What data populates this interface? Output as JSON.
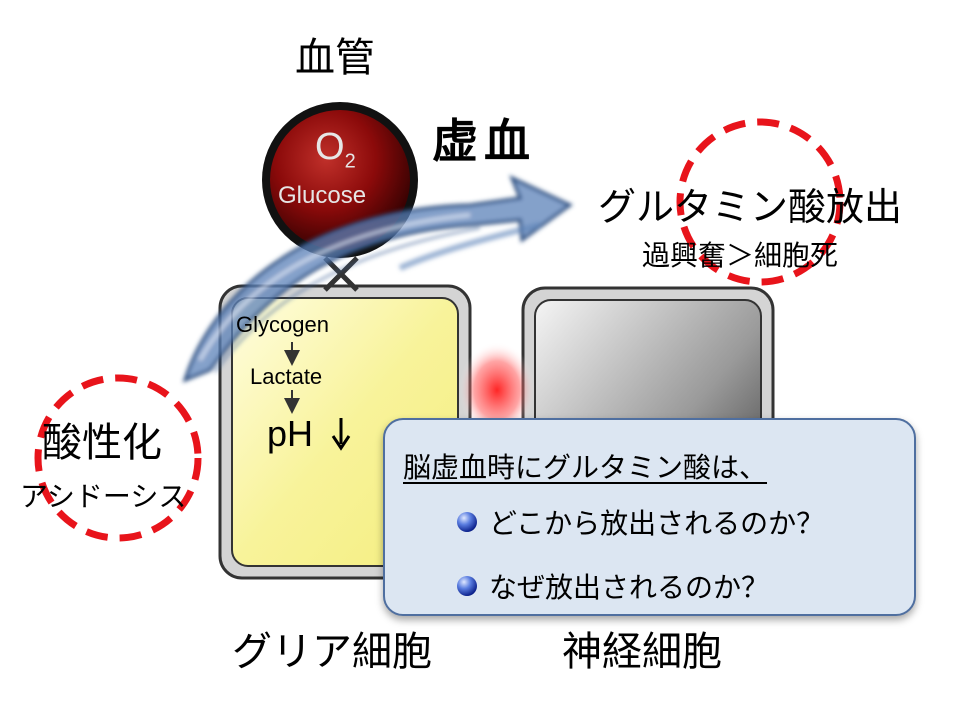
{
  "blood_vessel": {
    "label": "血管",
    "o2": "O",
    "o2_sub": "2",
    "glucose": "Glucose"
  },
  "ischemia_label": "虚血",
  "glutamate_release": {
    "label": "グルタミン酸放出",
    "sub": "過興奮＞細胞死"
  },
  "acidification": {
    "label": "酸性化",
    "sub": "アシドーシス"
  },
  "glia_cell": {
    "label": "グリア細胞",
    "glycogen": "Glycogen",
    "lactate": "Lactate",
    "ph": "pH"
  },
  "neuron_cell": {
    "label": "神経細胞"
  },
  "question_panel": {
    "title": "脳虚血時にグルタミン酸は、",
    "bullets": [
      "どこから放出されるのか？",
      "なぜ放出されるのか？"
    ]
  },
  "colors": {
    "dashed_circle": "#e8141b",
    "arrow": "#4a73a8",
    "vessel": "#8b0a0a",
    "glia": "#f7f4a0",
    "panel_bg": "#dce6f2"
  }
}
